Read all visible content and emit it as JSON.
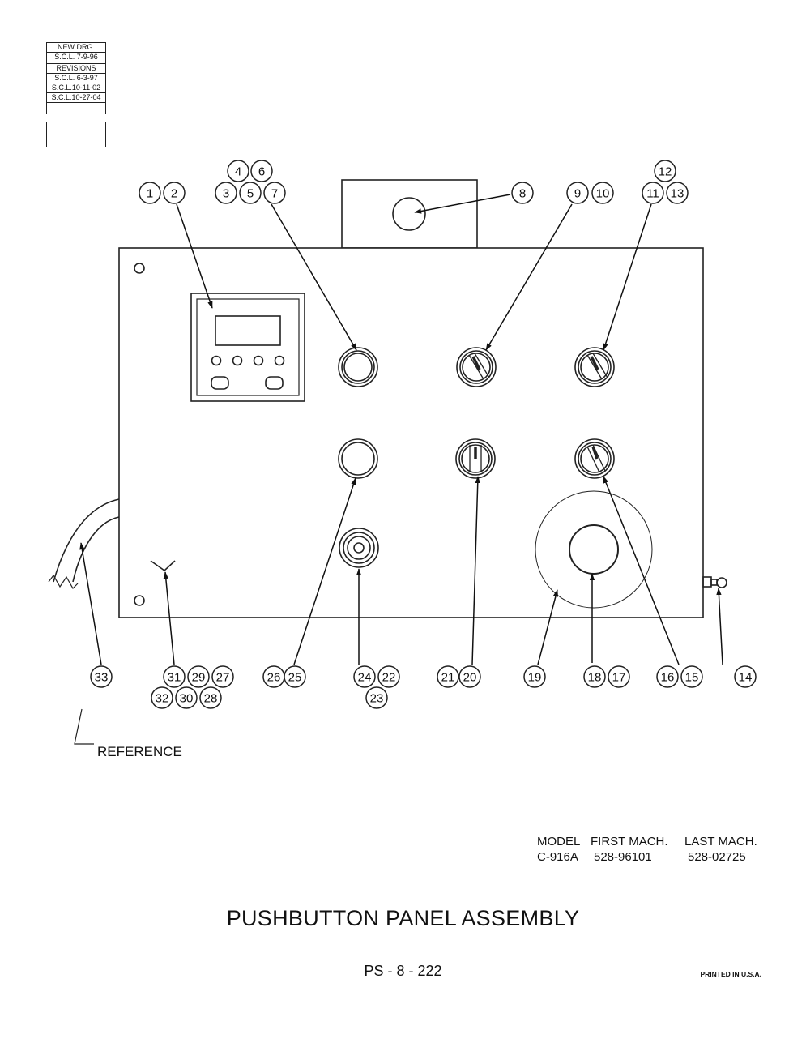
{
  "revision_block": {
    "rows": [
      "NEW DRG.",
      "S.C.L.  7-9-96",
      "REVISIONS",
      "S.C.L.  6-3-97",
      "S.C.L.10-11-02",
      "S.C.L.10-27-04"
    ]
  },
  "callouts": {
    "c1": "1",
    "c2": "2",
    "c3": "3",
    "c4": "4",
    "c5": "5",
    "c6": "6",
    "c7": "7",
    "c8": "8",
    "c9": "9",
    "c10": "10",
    "c11": "11",
    "c12": "12",
    "c13": "13",
    "c14": "14",
    "c15": "15",
    "c16": "16",
    "c17": "17",
    "c18": "18",
    "c19": "19",
    "c20": "20",
    "c21": "21",
    "c22": "22",
    "c23": "23",
    "c24": "24",
    "c25": "25",
    "c26": "26",
    "c27": "27",
    "c28": "28",
    "c29": "29",
    "c30": "30",
    "c31": "31",
    "c32": "32",
    "c33": "33"
  },
  "reference_label": "REFERENCE",
  "model_table": {
    "headers": [
      "MODEL",
      "FIRST MACH.",
      "LAST MACH."
    ],
    "values": [
      "C-916A",
      "528-96101",
      "528-02725"
    ]
  },
  "title": "PUSHBUTTON PANEL ASSEMBLY",
  "page_number": "PS - 8 - 222",
  "printed": "PRINTED IN U.S.A."
}
